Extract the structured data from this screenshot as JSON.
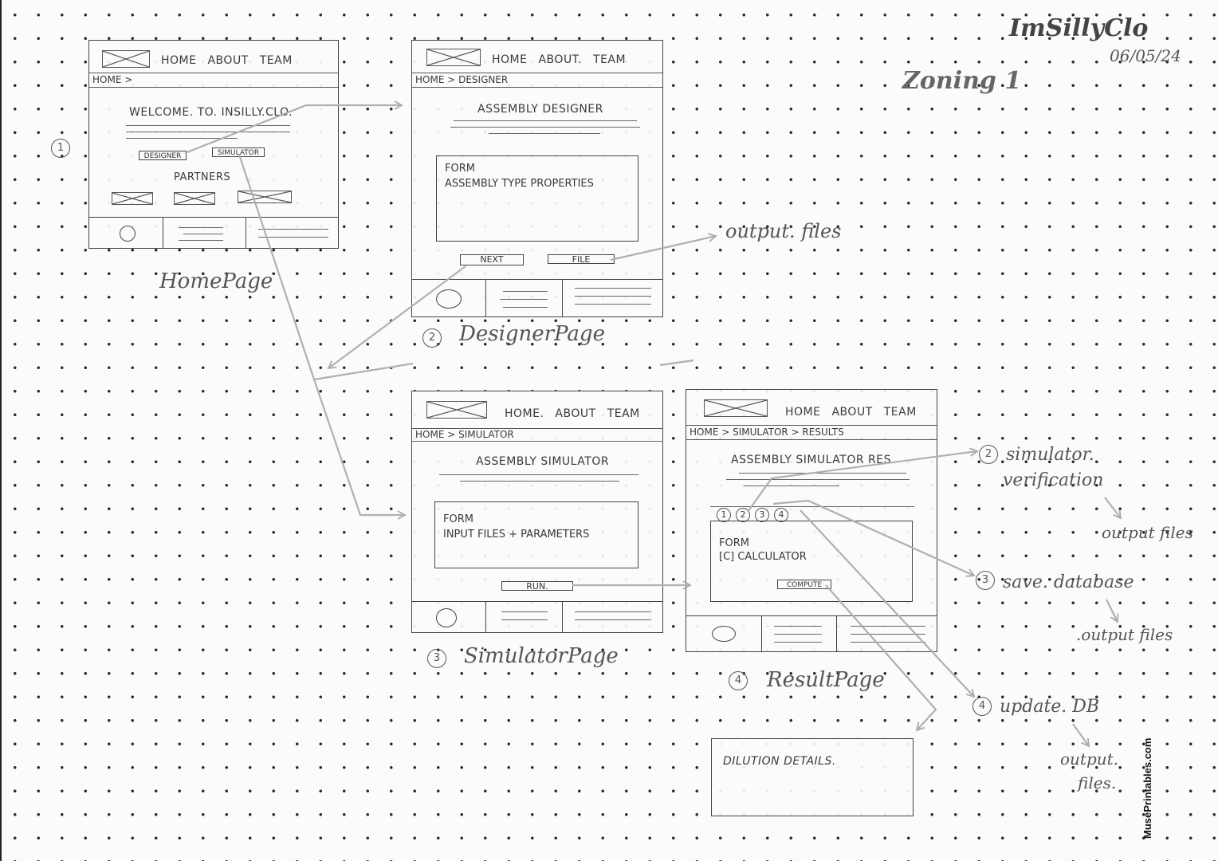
{
  "header": {
    "author": "ImSillyClo",
    "date": "06/05/24",
    "doc_title": "Zoning 1"
  },
  "home_page": {
    "number": "1",
    "label": "HomePage",
    "nav": [
      "HOME",
      "ABOUT",
      "TEAM"
    ],
    "breadcrumb": "HOME >",
    "title": "WELCOME. TO. INSILLY.CLO.",
    "designer_button": "DESIGNER",
    "simulator_button": "SIMULATOR",
    "partners_label": "PARTNERS"
  },
  "designer_page": {
    "number": "2",
    "label": "DesignerPage",
    "nav": [
      "HOME",
      "ABOUT.",
      "TEAM"
    ],
    "breadcrumb": "HOME > DESIGNER",
    "title": "ASSEMBLY DESIGNER",
    "form_line1": "FORM",
    "form_line2": "ASSEMBLY TYPE PROPERTIES",
    "next_button": "NEXT",
    "file_button": "FILE",
    "output_label": "output. files"
  },
  "simulator_page": {
    "number": "3",
    "label": "SimulatorPage",
    "nav": [
      "HOME.",
      "ABOUT",
      "TEAM"
    ],
    "breadcrumb": "HOME > SIMULATOR",
    "title": "ASSEMBLY SIMULATOR",
    "form_line1": "FORM",
    "form_line2": "INPUT FILES + PARAMETERS",
    "run_button": "RUN."
  },
  "result_page": {
    "number": "4",
    "label": "ResultPage",
    "nav": [
      "HOME",
      "ABOUT",
      "TEAM"
    ],
    "breadcrumb": "HOME > SIMULATOR > RESULTS",
    "title": "ASSEMBLY SIMULATOR RES.",
    "tabs": [
      "1",
      "2",
      "3",
      "4"
    ],
    "form_line1": "FORM",
    "form_line2": "[C] CALCULATOR",
    "compute_button": "COMPUTE",
    "dilution_label": "DILUTION DETAILS."
  },
  "annotations": {
    "sim_verification": {
      "number": "2",
      "line1": "simulator.",
      "line2": "verification",
      "output": "output files"
    },
    "save_database": {
      "number": "3",
      "text": "save. database",
      "output": ".output files"
    },
    "update_db": {
      "number": "4",
      "text": "update. DB",
      "output_line1": "output.",
      "output_line2": "files."
    }
  },
  "watermark": "MusePrintables.com"
}
